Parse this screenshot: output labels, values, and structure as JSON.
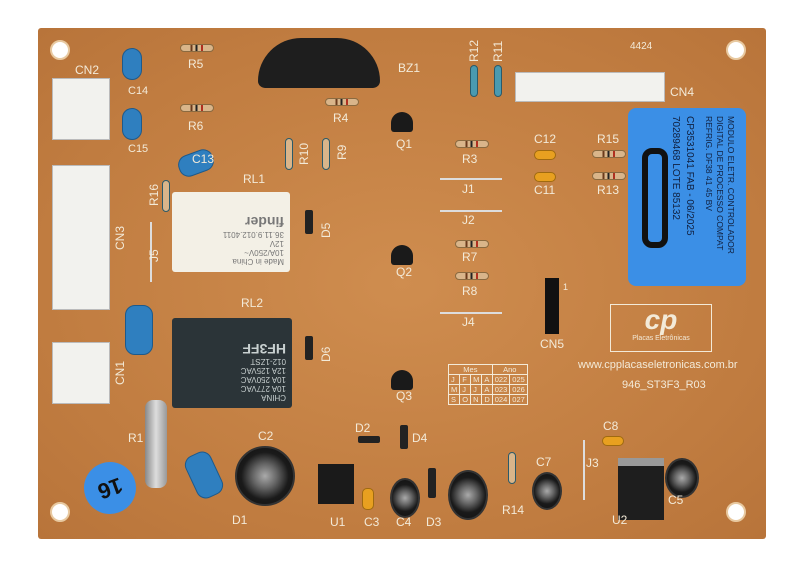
{
  "board": {
    "color": "#c8874a",
    "sticker_color": "#3b8fe6"
  },
  "labels": {
    "cn2": "CN2",
    "c14": "C14",
    "r5": "R5",
    "bz1": "BZ1",
    "r12": "R12",
    "r11": "R11",
    "cn4": "CN4",
    "c15": "C15",
    "r6": "R6",
    "r4": "R4",
    "q1": "Q1",
    "r10": "R10",
    "r9": "R9",
    "r3": "R3",
    "c12": "C12",
    "r15": "R15",
    "c11": "C11",
    "r13": "R13",
    "c13": "C13",
    "rl1": "RL1",
    "r16": "R16",
    "cn3": "CN3",
    "j1": "J1",
    "d5": "D5",
    "j5": "J5",
    "j2": "J2",
    "r7": "R7",
    "q2": "Q2",
    "r8": "R8",
    "j4": "J4",
    "rl2": "RL2",
    "cn5": "CN5",
    "cn1": "CN1",
    "d6": "D6",
    "q3": "Q3",
    "r1": "R1",
    "c2": "C2",
    "d2": "D2",
    "d4": "D4",
    "c8": "C8",
    "j3": "J3",
    "d1": "D1",
    "u1": "U1",
    "c3": "C3",
    "c4": "C4",
    "d3": "D3",
    "r14": "R14",
    "c7": "C7",
    "u2": "U2",
    "c5": "C5",
    "code": "4424"
  },
  "sticker": {
    "line1": "MODULO ELETR. CONTROLADOR",
    "line2": "DIGITAL DE PROCESSO COMPAT",
    "line3": "REFRIG. DF38 41 45 BV",
    "line4": "CP3531041   FAB - 06/2025",
    "line5": "70289468    LOTE 85132"
  },
  "logo": {
    "text": "cp",
    "subtitle": "Placas Eletrônicas"
  },
  "website": "www.cpplacaseletronicas.com.br",
  "board_revision": "946_ST3F3_R03",
  "date_table": {
    "mes_header": "Mes",
    "ano_header": "Ano",
    "rows": [
      [
        "J",
        "F",
        "M",
        "A",
        "022",
        "025"
      ],
      [
        "M",
        "J",
        "J",
        "A",
        "023",
        "026"
      ],
      [
        "S",
        "O",
        "N",
        "D",
        "024",
        "027"
      ]
    ]
  },
  "relay1": {
    "brand": "finder",
    "model": "36.11.9.012.4011",
    "coil": "12V",
    "rating": "10A/250V~",
    "origin": "Made in China"
  },
  "relay2": {
    "brand": "HF3FF",
    "model": "012-1ZST",
    "r1": "10A 277VAC",
    "r2": "10A 250VAC",
    "r3": "12A 125VAC",
    "origin": "CHINA"
  },
  "qc_sticker": "16",
  "cn5_pin": "1"
}
